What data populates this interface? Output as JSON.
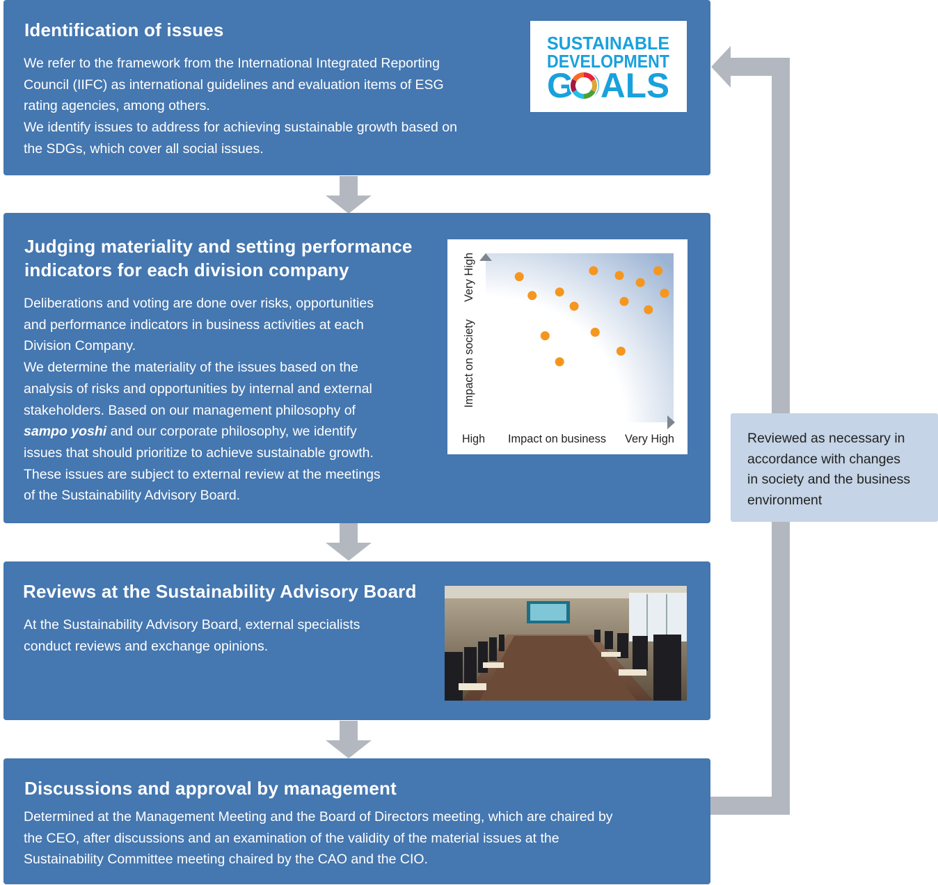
{
  "steps": [
    {
      "title": "Identification of issues",
      "lines": [
        "We refer to the framework from the International Integrated Reporting",
        "Council (IIFC) as international guidelines and evaluation items of ESG",
        "rating agencies, among others.",
        "We identify issues to address for achieving sustainable growth based on",
        "the SDGs, which cover all social issues."
      ],
      "logo": {
        "line1": "SUSTAINABLE",
        "line2": "DEVELOPMENT",
        "line3": "GOALS"
      }
    },
    {
      "title_line1": "Judging materiality and setting performance",
      "title_line2": "indicators for each division company",
      "lines": [
        "Deliberations and voting are done over risks, opportunities",
        "and performance indicators in business activities at each",
        "Division Company.",
        "We determine the materiality of the issues based on the",
        "analysis of risks and opportunities by internal and external",
        "stakeholders. Based on our management philosophy of"
      ],
      "italic_term": "sampo yoshi",
      "line_after_italic": " and our corporate philosophy, we identify",
      "lines_end": [
        "issues that should prioritize to achieve sustainable growth.",
        "These issues are subject to external review at the meetings",
        "of the Sustainability Advisory Board."
      ]
    },
    {
      "title": "Reviews at the Sustainability Advisory Board",
      "lines": [
        "At the Sustainability Advisory Board, external specialists",
        "conduct reviews and exchange opinions."
      ]
    },
    {
      "title": "Discussions and approval by management",
      "lines": [
        "Determined at the Management Meeting and the Board of Directors meeting, which are chaired by",
        "the CEO, after discussions and an examination of the validity of the material issues at the",
        "Sustainability Committee meeting chaired by the CAO and the CIO."
      ]
    }
  ],
  "feedback_note": {
    "lines": [
      "Reviewed as necessary in",
      "accordance with changes",
      "in society and the business",
      "environment"
    ]
  },
  "chart_data": {
    "type": "scatter",
    "xlabel": "Impact on business",
    "ylabel": "Impact on society",
    "x_ticks": [
      "High",
      "Very High"
    ],
    "y_ticks": [
      "Very High"
    ],
    "xlim": [
      0,
      100
    ],
    "ylim": [
      0,
      100
    ],
    "grid": false,
    "points": [
      {
        "x": 10,
        "y": 92
      },
      {
        "x": 18,
        "y": 76
      },
      {
        "x": 26,
        "y": 42
      },
      {
        "x": 35,
        "y": 79
      },
      {
        "x": 35,
        "y": 20
      },
      {
        "x": 44,
        "y": 67
      },
      {
        "x": 56,
        "y": 97
      },
      {
        "x": 57,
        "y": 45
      },
      {
        "x": 72,
        "y": 93
      },
      {
        "x": 73,
        "y": 29
      },
      {
        "x": 75,
        "y": 71
      },
      {
        "x": 85,
        "y": 87
      },
      {
        "x": 90,
        "y": 64
      },
      {
        "x": 96,
        "y": 97
      },
      {
        "x": 100,
        "y": 78
      }
    ],
    "point_color": "#f5961e"
  },
  "colors": {
    "box": "#4577b0",
    "arrow": "#b3b8c0",
    "note_bg": "#c5d4e6",
    "text_on_box": "#ffffff",
    "note_text": "#222222"
  }
}
